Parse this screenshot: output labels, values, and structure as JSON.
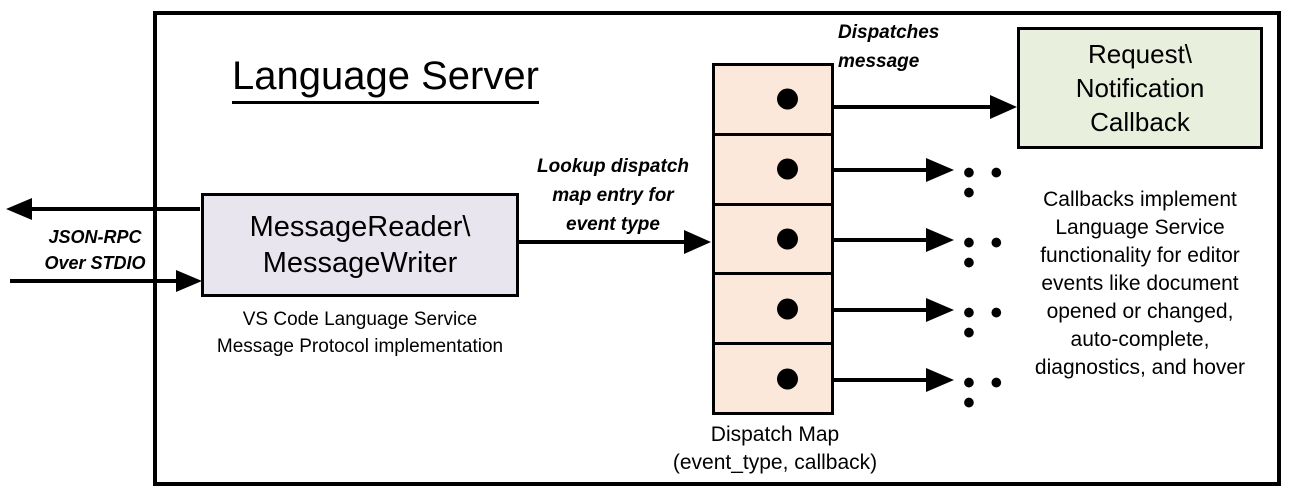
{
  "diagram": {
    "title": "Language Server",
    "boundary_label": "language-server-boundary"
  },
  "external_io": {
    "label_line1": "JSON-RPC",
    "label_line2": "Over STDIO",
    "outbound_arrow": "arrow pointing left out of Language Server",
    "inbound_arrow": "arrow pointing right into MessageReader"
  },
  "message_io_box": {
    "line1": "MessageReader\\",
    "line2": "MessageWriter",
    "fill": "#e9e5ef",
    "caption_line1": "VS Code Language Service",
    "caption_line2": "Message Protocol implementation"
  },
  "lookup_edge": {
    "line1": "Lookup dispatch",
    "line2": "map entry for",
    "line3": "event type"
  },
  "dispatch_map": {
    "fill": "#fce8da",
    "caption_line1": "Dispatch Map",
    "caption_line2": "(event_type, callback)",
    "rows": [
      {
        "index": 1,
        "marker": "callback-dot"
      },
      {
        "index": 2,
        "marker": "callback-dot"
      },
      {
        "index": 3,
        "marker": "callback-dot"
      },
      {
        "index": 4,
        "marker": "callback-dot"
      },
      {
        "index": 5,
        "marker": "callback-dot"
      }
    ]
  },
  "dispatch_edge": {
    "line1": "Dispatches",
    "line2": "message"
  },
  "callback_box": {
    "line1": "Request\\",
    "line2": "Notification",
    "line3": "Callback",
    "fill": "#e9efdd",
    "caption_lines": [
      "Callbacks implement",
      "Language Service",
      "functionality for editor",
      "events like document",
      "opened or changed,",
      "auto-complete,",
      "diagnostics, and hover"
    ]
  },
  "ellipses": [
    {
      "index": 1,
      "text": "• • •"
    },
    {
      "index": 2,
      "text": "• • •"
    },
    {
      "index": 3,
      "text": "• • •"
    },
    {
      "index": 4,
      "text": "• • •"
    }
  ],
  "colors": {
    "stroke": "#000000",
    "background": "#ffffff",
    "lavender": "#e9e5ef",
    "peach": "#fce8da",
    "green": "#e9efdd"
  }
}
